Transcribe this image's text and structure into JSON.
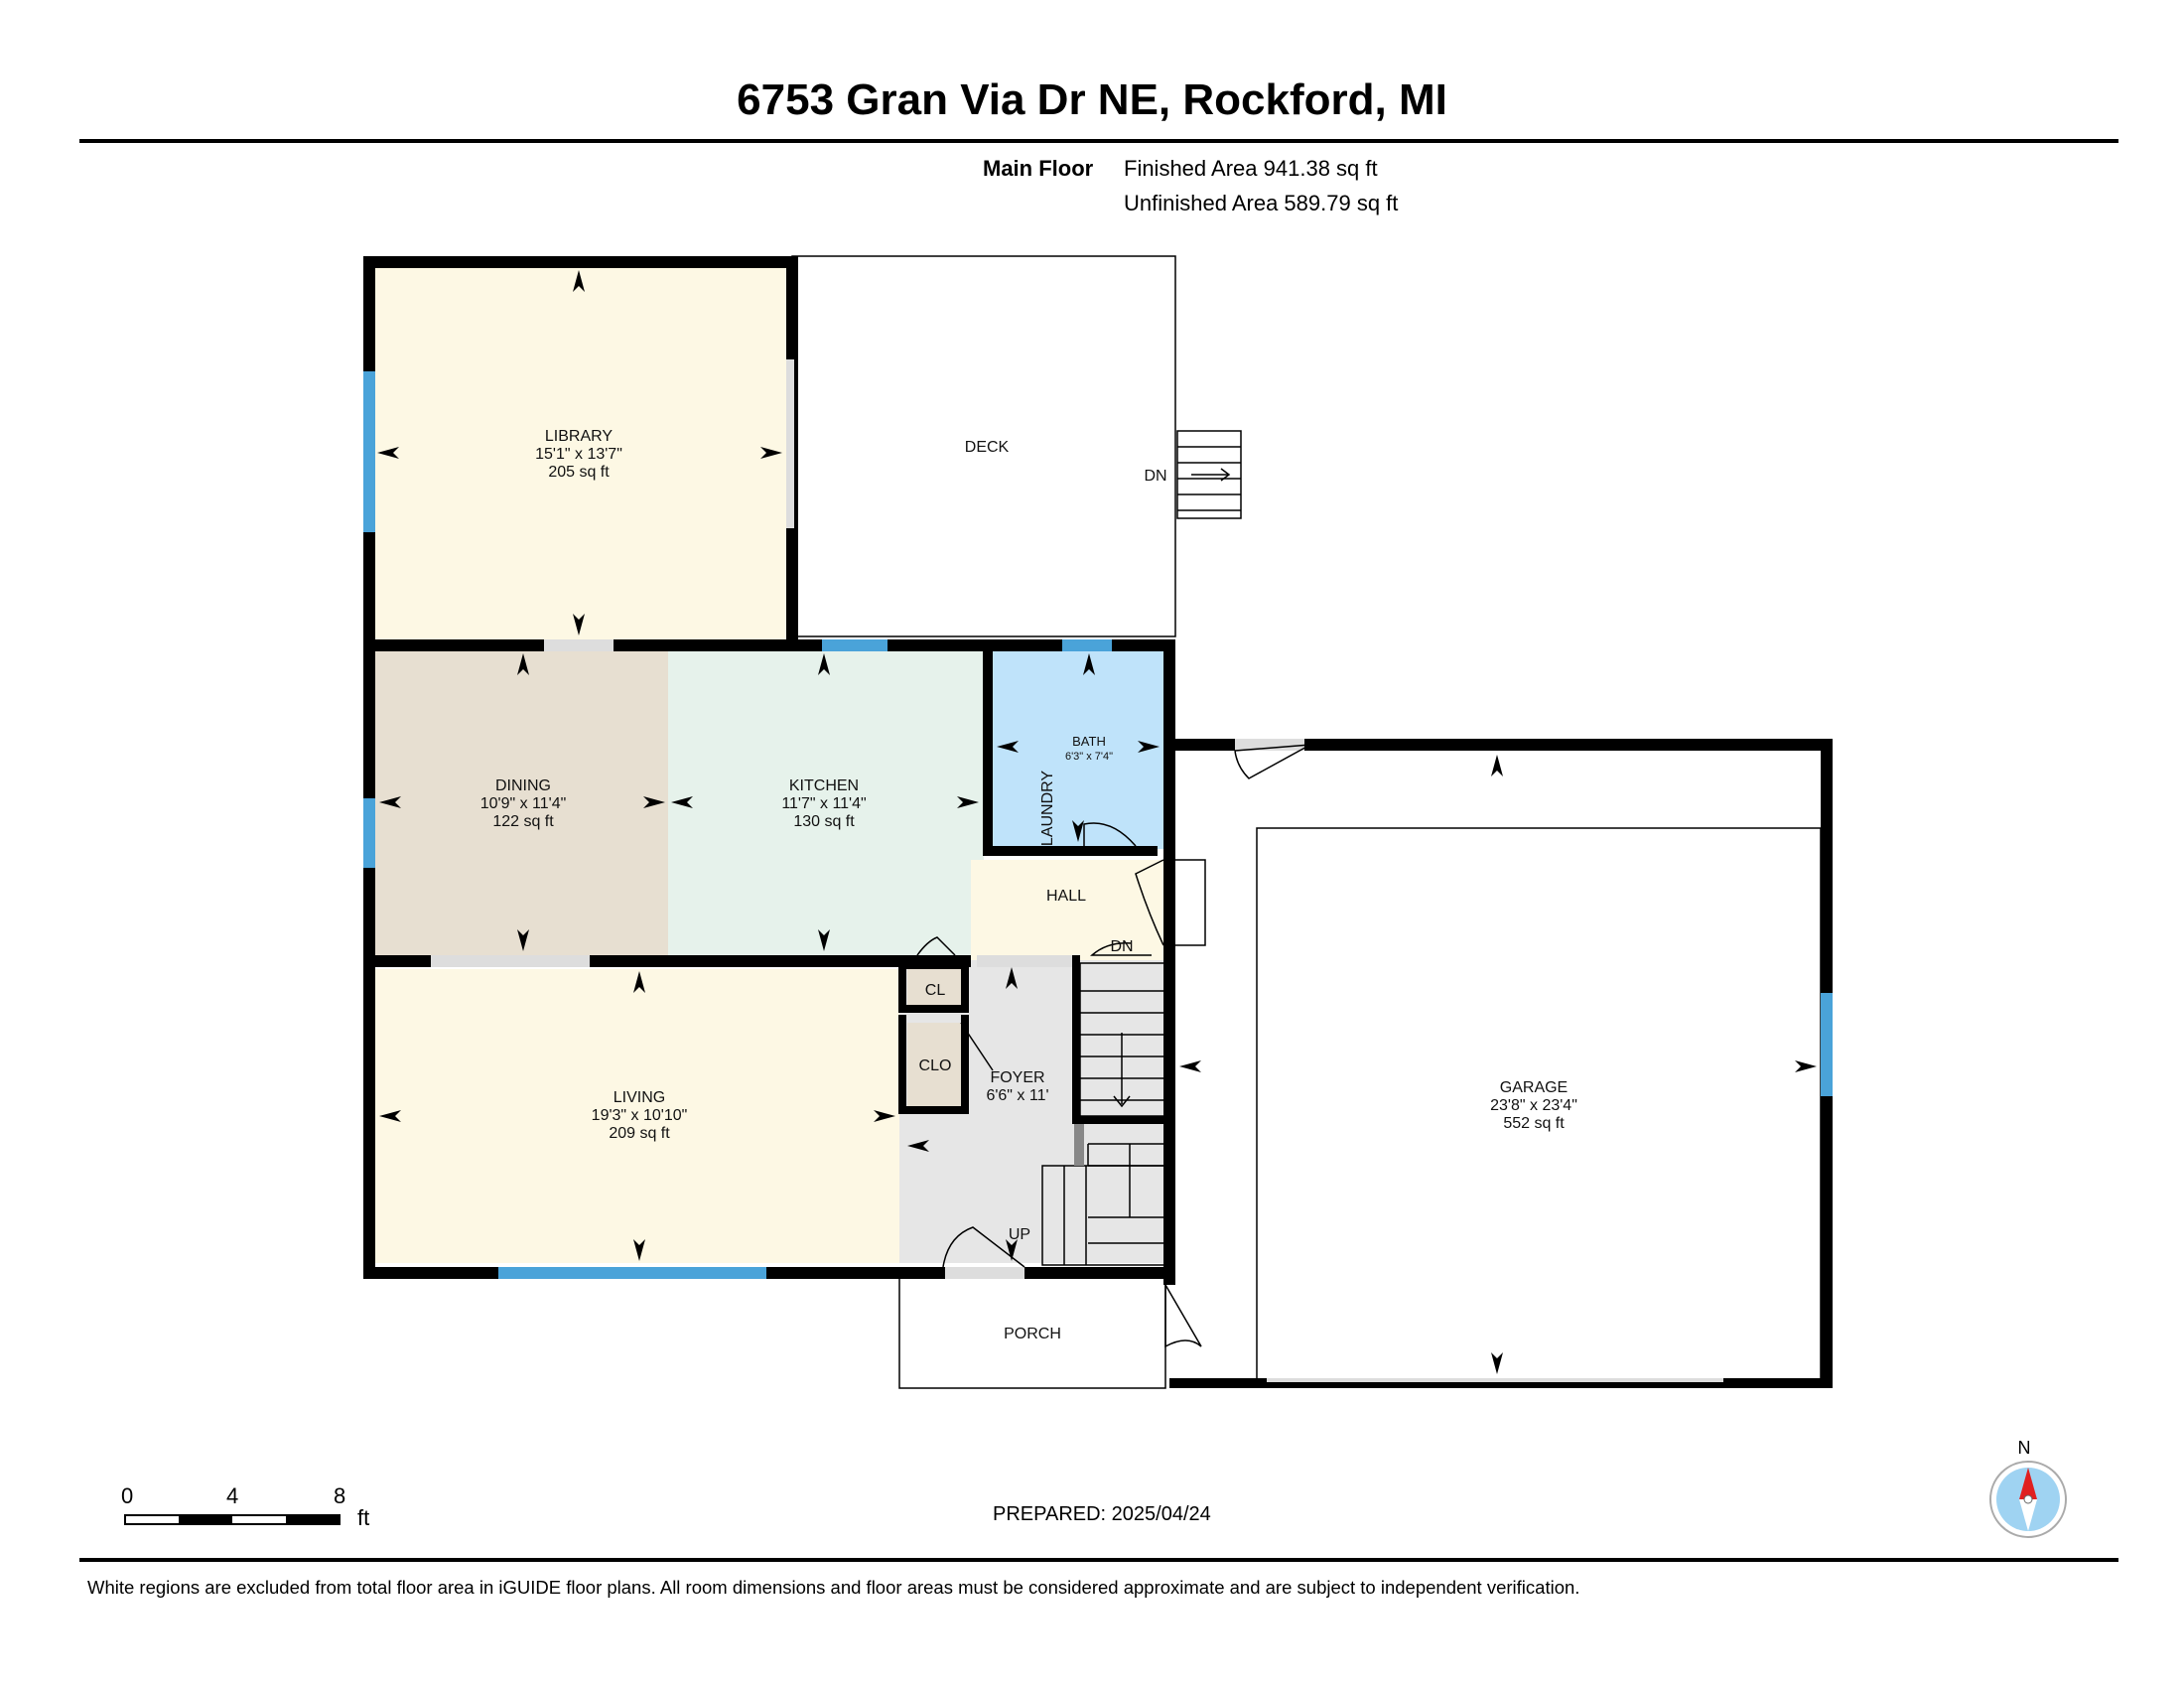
{
  "header": {
    "title": "6753 Gran Via Dr NE, Rockford, MI",
    "floor_name": "Main Floor",
    "finished_area": "Finished Area 941.38 sq ft",
    "unfinished_area": "Unfinished Area 589.79 sq ft"
  },
  "rooms": {
    "library": {
      "name": "LIBRARY",
      "dims": "15'1\" x 13'7\"",
      "area": "205 sq ft"
    },
    "deck": {
      "name": "DECK",
      "stair": "DN"
    },
    "dining": {
      "name": "DINING",
      "dims": "10'9\" x 11'4\"",
      "area": "122 sq ft"
    },
    "kitchen": {
      "name": "KITCHEN",
      "dims": "11'7\" x 11'4\"",
      "area": "130 sq ft"
    },
    "bath": {
      "name": "BATH",
      "dims": "6'3\" x 7'4\""
    },
    "laundry": {
      "name": "LAUNDRY"
    },
    "hall": {
      "name": "HALL",
      "stair": "DN"
    },
    "living": {
      "name": "LIVING",
      "dims": "19'3\" x 10'10\"",
      "area": "209 sq ft"
    },
    "cl": {
      "name": "CL"
    },
    "clo": {
      "name": "CLO"
    },
    "foyer": {
      "name": "FOYER",
      "dims": "6'6\" x 11'",
      "stair": "UP"
    },
    "porch": {
      "name": "PORCH"
    },
    "garage": {
      "name": "GARAGE",
      "dims": "23'8\" x 23'4\"",
      "area": "552 sq ft"
    }
  },
  "scale": {
    "ticks": [
      "0",
      "4",
      "8"
    ],
    "unit": "ft"
  },
  "compass": {
    "label": "N"
  },
  "footer": {
    "prepared": "PREPARED: 2025/04/24",
    "disclaimer": "White regions are excluded from total floor area in iGUIDE floor plans. All room dimensions and floor areas must be considered approximate and are subject to independent verification."
  },
  "colors": {
    "wall": "#000000",
    "window": "#4aa3d9",
    "library": "#fdf8e4",
    "dining": "#e7dfd1",
    "kitchen": "#e6f2eb",
    "bath": "#bfe3fa",
    "hall": "#fdf8e4",
    "living": "#fdf8e4",
    "closet": "#e7dfd1",
    "foyer": "#e6e6e6",
    "compass_red": "#e02020",
    "compass_blue": "#9fd3f2"
  }
}
